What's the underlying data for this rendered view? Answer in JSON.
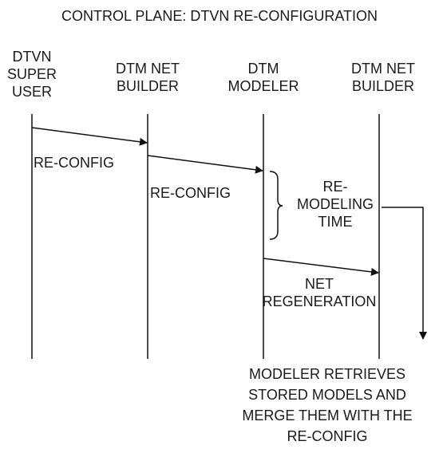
{
  "title": "CONTROL PLANE: DTVN RE-CONFIGURATION",
  "lifelines": [
    {
      "lines": [
        "DTVN",
        "SUPER",
        "USER"
      ]
    },
    {
      "lines": [
        "DTM NET",
        "BUILDER"
      ]
    },
    {
      "lines": [
        "DTM",
        "MODELER"
      ]
    },
    {
      "lines": [
        "DTM NET",
        "BUILDER"
      ]
    }
  ],
  "messages": [
    {
      "label": "RE-CONFIG"
    },
    {
      "label": "RE-CONFIG"
    },
    {
      "lines": [
        "NET",
        "REGENERATION"
      ]
    }
  ],
  "remodeling_note": {
    "lines": [
      "RE-",
      "MODELING",
      "TIME"
    ]
  },
  "bottom_note": {
    "lines": [
      "MODELER RETRIEVES",
      "STORED MODELS AND",
      "MERGE THEM WITH THE",
      "RE-CONFIG"
    ]
  },
  "colors": {
    "line": "#111111",
    "text": "#1a1a1a",
    "background": "#ffffff"
  }
}
